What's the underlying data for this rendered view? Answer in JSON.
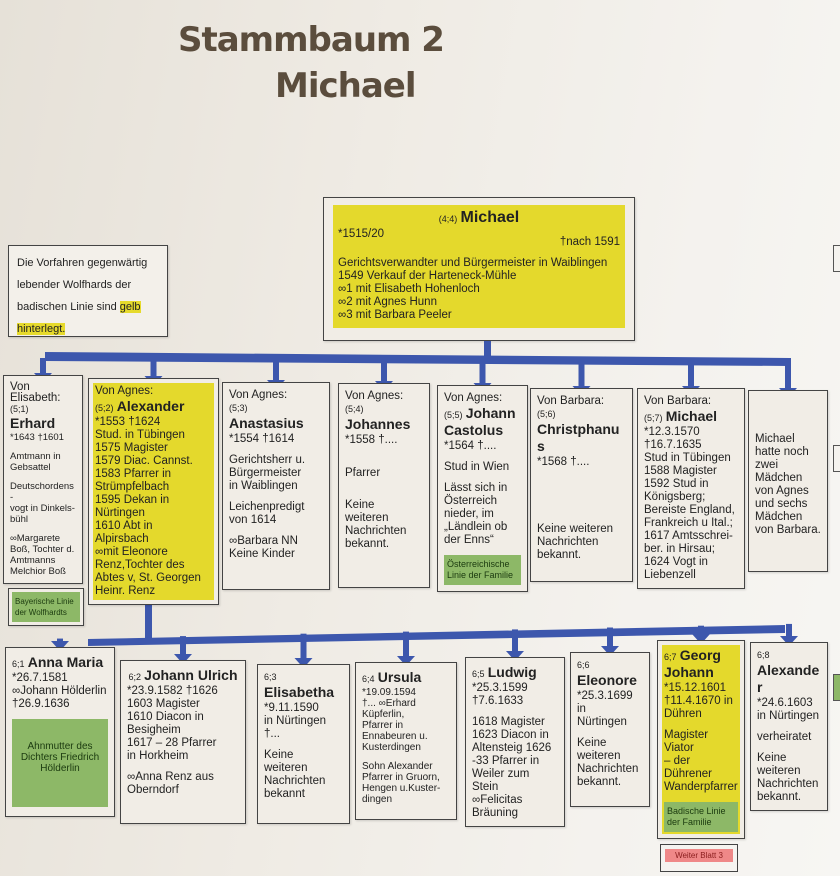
{
  "title": {
    "line1": "Stammbaum 2",
    "line2": "Michael"
  },
  "note": {
    "text_before": "Die Vorfahren gegenwärtig lebender Wolfhards der badischen Linie sind ",
    "highlight": "gelb hinterlegt."
  },
  "root": {
    "code": "(4;4)",
    "name": "Michael",
    "born": "*1515/20",
    "died": "†nach 1591",
    "lines": [
      "Gerichtsverwandter und Bürgermeister in Waiblingen",
      "1549 Verkauf der Harteneck-Mühle",
      "∞1 mit Elisabeth Hohenloch",
      "∞2 mit Agnes Hunn",
      "∞3 mit Barbara Peeler"
    ]
  },
  "generation5": [
    {
      "pre": "Von Elisabeth:",
      "code": "(5;1)",
      "name": "Erhard",
      "blocks": [
        [
          "*1643   †1601"
        ],
        [
          "Amtmann in",
          "Gebsattel"
        ],
        [
          "Deutschordens-",
          "vogt in Dinkels-",
          "bühl"
        ],
        [
          "∞Margarete",
          "Boß, Tochter d.",
          "Amtmanns",
          "Melchior Boß"
        ]
      ],
      "badge": "Bayerische Linie der Wolfhardts"
    },
    {
      "pre": "Von Agnes:",
      "code": "(5;2)",
      "name": "Alexander",
      "highlight": true,
      "blocks": [
        [
          "*1553            †1624",
          "Stud. in Tübingen",
          "1575 Magister",
          "1579 Diac. Cannst.",
          "1583 Pfarrer in",
          "Strümpfelbach",
          "1595 Dekan in",
          "Nürtingen",
          "1610 Abt in",
          "Alpirsbach",
          "∞mit Eleonore",
          "Renz,Tochter des",
          "Abtes v, St. Georgen",
          "Heinr. Renz"
        ]
      ]
    },
    {
      "pre": "Von Agnes:",
      "code": "(5;3)",
      "name": "Anastasius",
      "blocks": [
        [
          "*1554 †1614"
        ],
        [
          "Gerichtsherr u.",
          "Bürgermeister",
          "in Waiblingen"
        ],
        [
          "Leichenpredigt",
          "von 1614"
        ],
        [
          "∞Barbara NN",
          "Keine Kinder"
        ]
      ]
    },
    {
      "pre": "Von Agnes:",
      "code": "(5;4)",
      "name": "Johannes",
      "blocks": [
        [
          "*1558  †...."
        ],
        [
          "",
          "Pfarrer"
        ],
        [
          "",
          "Keine",
          "weiteren",
          "Nachrichten",
          "bekannt."
        ]
      ]
    },
    {
      "pre": "Von Agnes:",
      "code": "(5;5)",
      "name": "Johann Castolus",
      "blocks": [
        [
          "*1564   †...."
        ],
        [
          "Stud in Wien"
        ],
        [
          "Lässt sich in",
          "Österreich",
          "nieder, im",
          "„Ländlein ob",
          "der Enns“"
        ]
      ],
      "badge": "Österreichische Linie der Familie"
    },
    {
      "pre": "Von Barbara:",
      "code": "(5;6)",
      "name": "Christphanus",
      "blocks": [
        [
          "*1568          †...."
        ],
        [
          "",
          "",
          "",
          "",
          "Keine weiteren",
          "Nachrichten",
          "bekannt."
        ]
      ]
    },
    {
      "pre": "Von Barbara:",
      "code": "(5;7)",
      "name": "Michael",
      "blocks": [
        [
          "*12.3.1570",
          "†16.7.1635",
          "Stud in Tübingen",
          "1588 Magister",
          "1592 Stud in",
          "Königsberg;",
          "Bereiste England,",
          "Frankreich u Ital.;",
          "1617 Amtsschrei-",
          "ber. in Hirsau;",
          "1624 Vogt in",
          "Liebenzell"
        ]
      ]
    },
    {
      "blocks": [
        [
          "",
          "",
          "",
          "Michael",
          "hatte noch",
          "zwei",
          "Mädchen",
          "von Agnes",
          "und sechs",
          "Mädchen",
          "von Barbara."
        ]
      ]
    }
  ],
  "generation6": [
    {
      "code": "6;1",
      "name": "Anna Maria",
      "blocks": [
        [
          "*26.7.1581",
          "∞Johann Hölderlin",
          "†26.9.1636"
        ]
      ],
      "badge": "Ahnmutter des Dichters Friedrich Hölderlin"
    },
    {
      "code": "6;2",
      "name": "Johann Ulrich",
      "blocks": [
        [
          "*23.9.1582 †1626",
          "1603 Magister",
          "1610 Diacon in",
          "Besigheim",
          "1617 – 28 Pfarrer",
          "in Horkheim"
        ],
        [
          "∞Anna Renz aus",
          "Oberndorf"
        ]
      ]
    },
    {
      "code": "6;3",
      "name": "Elisabetha",
      "blocks": [
        [
          "*9.11.1590",
          "in Nürtingen",
          "†..."
        ],
        [
          "Keine",
          "weiteren",
          "Nachrichten",
          "bekannt"
        ]
      ]
    },
    {
      "code": "6;4",
      "name": "Ursula",
      "blocks": [
        [
          "*19.09.1594",
          "†... ∞Erhard",
          "Küpferlin,",
          "Pfarrer in",
          "Ennabeuren u.",
          "Kusterdingen"
        ],
        [
          "Sohn Alexander",
          "Pfarrer in Gruorn,",
          "Hengen u.Kuster-",
          "dingen"
        ]
      ]
    },
    {
      "code": "6;5",
      "name": "Ludwig",
      "blocks": [
        [
          "*25.3.1599",
          "†7.6.1633"
        ],
        [
          "1618 Magister",
          "1623 Diacon in",
          "Altensteig 1626",
          "-33 Pfarrer in",
          "Weiler zum",
          "Stein",
          "∞Felicitas",
          "Bräuning"
        ]
      ]
    },
    {
      "code": "6;6",
      "name": "Eleonore",
      "blocks": [
        [
          "*25.3.1699",
          "in",
          "Nürtingen"
        ],
        [
          "Keine",
          "weiteren",
          "Nachrichten",
          "bekannt."
        ]
      ]
    },
    {
      "code": "6;7",
      "name": "Georg Johann",
      "highlight": true,
      "blocks": [
        [
          "*15.12.1601",
          "†11.4.1670 in",
          "Dühren"
        ],
        [
          "Magister Viator",
          "– der Dührener",
          "Wanderpfarrer"
        ]
      ],
      "badge": "Badische Linie der Familie"
    },
    {
      "code": "6;8",
      "name": "Alexander",
      "blocks": [
        [
          "*24.6.1603",
          "in Nürtingen"
        ],
        [
          "verheiratet"
        ],
        [
          "Keine",
          "weiteren",
          "Nachrichten",
          "bekannt."
        ]
      ]
    }
  ],
  "continue_label": "Weiter Blatt 3",
  "colors": {
    "line": "#3d57ad",
    "highlight": "#e4d92c",
    "green": "#8db867",
    "red": "#ef8888"
  }
}
